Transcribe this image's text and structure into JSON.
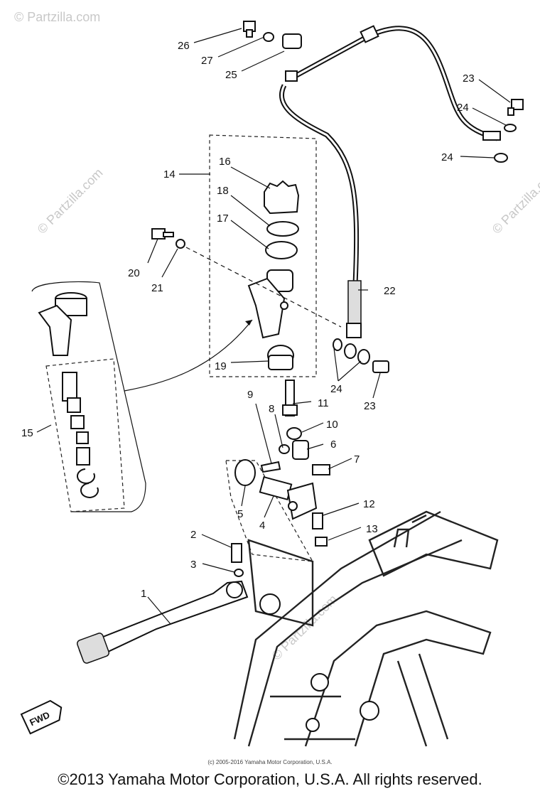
{
  "callouts": [
    {
      "id": "c26",
      "text": "26"
    },
    {
      "id": "c27",
      "text": "27"
    },
    {
      "id": "c25",
      "text": "25"
    },
    {
      "id": "c23a",
      "text": "23"
    },
    {
      "id": "c24a",
      "text": "24"
    },
    {
      "id": "c24b",
      "text": "24"
    },
    {
      "id": "c14",
      "text": "14"
    },
    {
      "id": "c16",
      "text": "16"
    },
    {
      "id": "c18",
      "text": "18"
    },
    {
      "id": "c17",
      "text": "17"
    },
    {
      "id": "c20",
      "text": "20"
    },
    {
      "id": "c21",
      "text": "21"
    },
    {
      "id": "c22",
      "text": "22"
    },
    {
      "id": "c19",
      "text": "19"
    },
    {
      "id": "c24c",
      "text": "24"
    },
    {
      "id": "c23b",
      "text": "23"
    },
    {
      "id": "c9",
      "text": "9"
    },
    {
      "id": "c11",
      "text": "11"
    },
    {
      "id": "c8",
      "text": "8"
    },
    {
      "id": "c10",
      "text": "10"
    },
    {
      "id": "c6",
      "text": "6"
    },
    {
      "id": "c15",
      "text": "15"
    },
    {
      "id": "c7",
      "text": "7"
    },
    {
      "id": "c5",
      "text": "5"
    },
    {
      "id": "c4",
      "text": "4"
    },
    {
      "id": "c12",
      "text": "12"
    },
    {
      "id": "c2",
      "text": "2"
    },
    {
      "id": "c13",
      "text": "13"
    },
    {
      "id": "c3",
      "text": "3"
    },
    {
      "id": "c1",
      "text": "1"
    }
  ],
  "fwd_badge": "FWD",
  "watermarks": [
    {
      "id": "w1",
      "text": "© Partzilla.com"
    },
    {
      "id": "w2",
      "text": "© Partzilla.com"
    },
    {
      "id": "w3",
      "text": "© Partzilla.com"
    },
    {
      "id": "w4",
      "text": "© Partzilla.com"
    }
  ],
  "credit_line": "(c) 2005-2016 Yamaha Motor Corporation, U.S.A.",
  "copyright": "©2013 Yamaha Motor Corporation, U.S.A. All rights reserved."
}
